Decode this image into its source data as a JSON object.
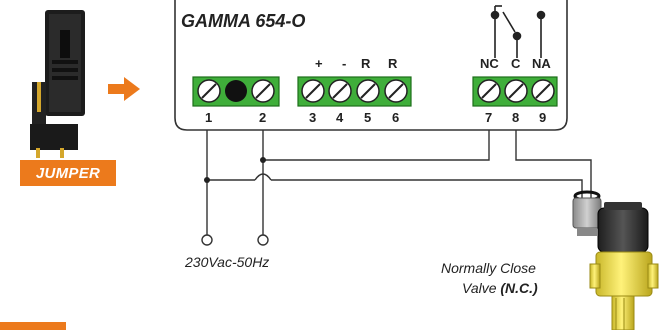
{
  "device": {
    "model": "GAMMA 654-O"
  },
  "jumper": {
    "label": "JUMPER"
  },
  "terminals": {
    "block_left": [
      "1",
      "2"
    ],
    "signs": [
      "+",
      "-",
      "R",
      "R"
    ],
    "block_mid": [
      "3",
      "4",
      "5",
      "6"
    ],
    "relay_labels": [
      "NC",
      "C",
      "NA"
    ],
    "block_right": [
      "7",
      "8",
      "9"
    ]
  },
  "supply": {
    "label": "230Vac-50Hz"
  },
  "valve": {
    "line1": "Normally Close",
    "line2_prefix": "Valve ",
    "line2_bold": "(N.C.)"
  },
  "colors": {
    "accent": "#ec7a1c",
    "terminal_green": "#3fae3a",
    "valve_yellow": "#f3e25a",
    "line": "#333333"
  }
}
